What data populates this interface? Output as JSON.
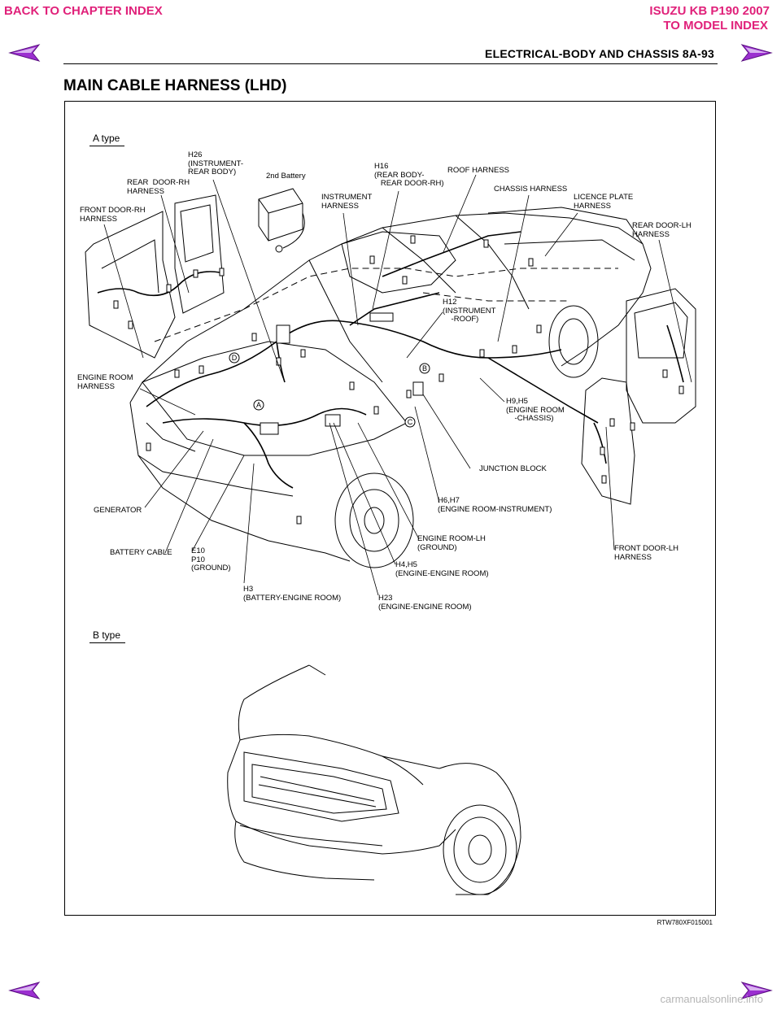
{
  "nav": {
    "back_to_chapter": "BACK TO CHAPTER INDEX",
    "model_title": "ISUZU KB P190 2007",
    "to_model_index": "TO MODEL INDEX"
  },
  "header": {
    "section_title": "ELECTRICAL-BODY AND CHASSIS  8A-93"
  },
  "page_title": "MAIN CABLE HARNESS (LHD)",
  "figure": {
    "type_a": "A type",
    "type_b": "B type",
    "figure_code": "RTW780XF015001",
    "labels": {
      "h26": "H26\n(INSTRUMENT-\nREAR BODY)",
      "rear_door_rh": "REAR  DOOR-RH\nHARNESS",
      "front_door_rh": "FRONT DOOR-RH\nHARNESS",
      "second_battery": "2nd Battery",
      "instrument_harness": "INSTRUMENT\nHARNESS",
      "h16": "H16\n(REAR BODY-\n   REAR DOOR-RH)",
      "roof_harness": "ROOF HARNESS",
      "chassis_harness": "CHASSIS HARNESS",
      "licence_plate": "LICENCE PLATE\nHARNESS",
      "rear_door_lh": "REAR DOOR-LH\nHARNESS",
      "h12": "H12\n(INSTRUMENT\n    -ROOF)",
      "engine_room_harness": "ENGINE ROOM\nHARNESS",
      "h9h5": "H9,H5\n(ENGINE ROOM\n    -CHASSIS)",
      "junction_block": "JUNCTION BLOCK",
      "h6h7": "H6,H7\n(ENGINE ROOM-INSTRUMENT)",
      "generator": "GENERATOR",
      "engine_room_lh": "ENGINE ROOM-LH\n(GROUND)",
      "battery_cable": "BATTERY CABLE",
      "e10p10": "E10\nP10\n(GROUND)",
      "front_door_lh": "FRONT DOOR-LH\nHARNESS",
      "h4h5": "H4,H5\n(ENGINE-ENGINE ROOM)",
      "h3": "H3\n(BATTERY-ENGINE ROOM)",
      "h23": "H23\n(ENGINE-ENGINE ROOM)"
    }
  },
  "watermark": "carmanualsonline.info",
  "colors": {
    "nav_link": "#e0217a",
    "arrow_fill": "#9b2fd0"
  }
}
